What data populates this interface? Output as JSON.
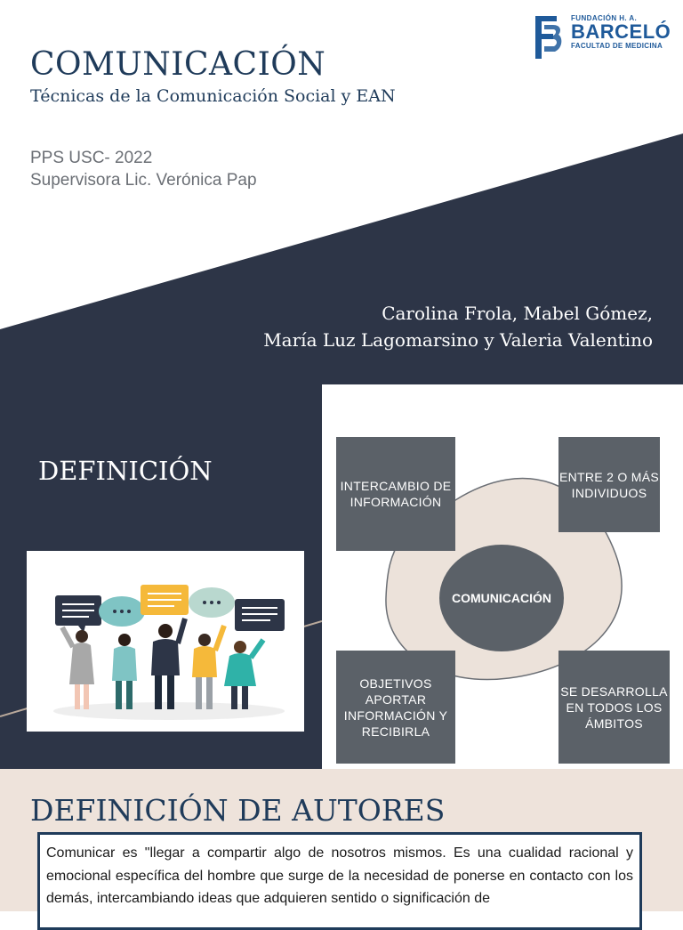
{
  "header": {
    "title": "COMUNICACIÓN",
    "subtitle": "Técnicas de la Comunicación Social y EAN",
    "course": "PPS USC- 2022",
    "supervisor": "Supervisora Lic. Verónica Pap",
    "authors_line1": "Carolina Frola, Mabel Gómez,",
    "authors_line2": "María Luz Lagomarsino y Valeria Valentino"
  },
  "logo": {
    "line1": "FUNDACIÓN H. A.",
    "line2": "BARCELÓ",
    "line3": "FACULTAD DE MEDICINA",
    "mark_letters": "FB"
  },
  "definition": {
    "title": "DEFINICIÓN",
    "illustration": "people-with-speech-bubbles",
    "diagram": {
      "center": "COMUNICACIÓN",
      "top_left": "INTERCAMBIO DE INFORMACIÓN",
      "top_right": "ENTRE 2 O MÁS INDIVIDUOS",
      "bottom_left": "OBJETIVOS APORTAR INFORMACIÓN Y RECIBIRLA",
      "bottom_right": "SE DESARROLLA EN TODOS LOS ÁMBITOS"
    }
  },
  "authors_section": {
    "title": "DEFINICIÓN DE AUTORES",
    "quote": "Comunicar es \"llegar a compartir algo de nosotros mismos. Es una cualidad racional y emocional específica del hombre que surge de la necesidad de ponerse en contacto con los demás, intercambiando ideas que adquieren sentido o significación de"
  },
  "colors": {
    "navy": "#2d3547",
    "title_blue": "#1f3b5a",
    "box_gray": "#5b6168",
    "beige": "#eee3db",
    "logo_blue": "#1f5a9a"
  }
}
